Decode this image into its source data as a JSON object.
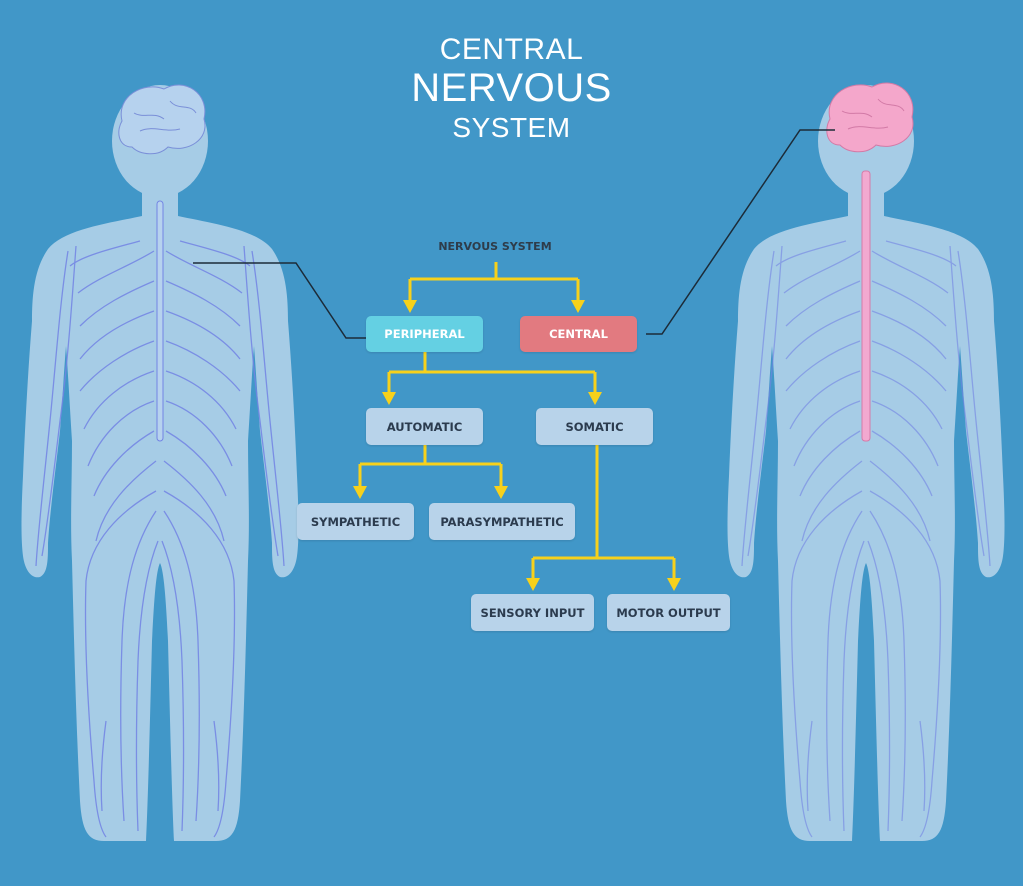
{
  "title": {
    "line1": "CENTRAL",
    "line2": "NERVOUS",
    "line3": "SYSTEM"
  },
  "tree": {
    "root": "NERVOUS SYSTEM",
    "peripheral": "PERIPHERAL",
    "central": "CENTRAL",
    "automatic": "AUTOMATIC",
    "somatic": "SOMATIC",
    "sympathetic": "SYMPATHETIC",
    "parasympathetic": "PARASYMPATHETIC",
    "sensory_input": "SENSORY INPUT",
    "motor_output": "MOTOR OUTPUT"
  },
  "colors": {
    "background": "#4197c8",
    "body": "#a6cce6",
    "nerves": "#7384e4",
    "brain_left": "#b6d2ee",
    "brain_right": "#f4a7cb",
    "spine_right": "#f2a9d0",
    "connector": "#f7d11b",
    "peripheral_box": "#64d0e3",
    "central_box": "#e27a80",
    "light_box": "#b8d3ea",
    "leader_line": "#1c2b38"
  }
}
